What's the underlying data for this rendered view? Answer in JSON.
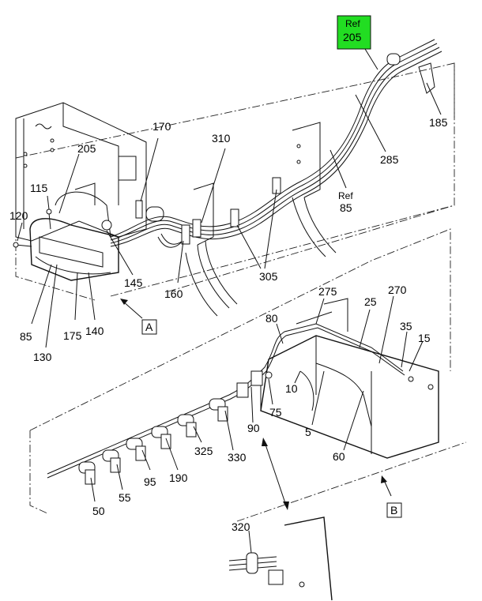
{
  "ref_box": {
    "line1": "Ref",
    "line2": "205",
    "color": "#22dd22"
  },
  "view_labels": {
    "a": "A",
    "b": "B"
  },
  "callouts": {
    "c170": "170",
    "c310": "310",
    "c205": "205",
    "c115": "115",
    "c120": "120",
    "c145": "145",
    "c160": "160",
    "c305": "305",
    "c85": "85",
    "c130": "130",
    "c175": "175",
    "c140": "140",
    "c185": "185",
    "c285": "285",
    "ref85_ref": "Ref",
    "ref85_num": "85",
    "c80": "80",
    "c275": "275",
    "c25": "25",
    "c270": "270",
    "c35": "35",
    "c15": "15",
    "c10": "10",
    "c75": "75",
    "c90": "90",
    "c5": "5",
    "c60": "60",
    "c325": "325",
    "c330": "330",
    "c190": "190",
    "c95": "95",
    "c55": "55",
    "c50": "50",
    "c320": "320"
  }
}
